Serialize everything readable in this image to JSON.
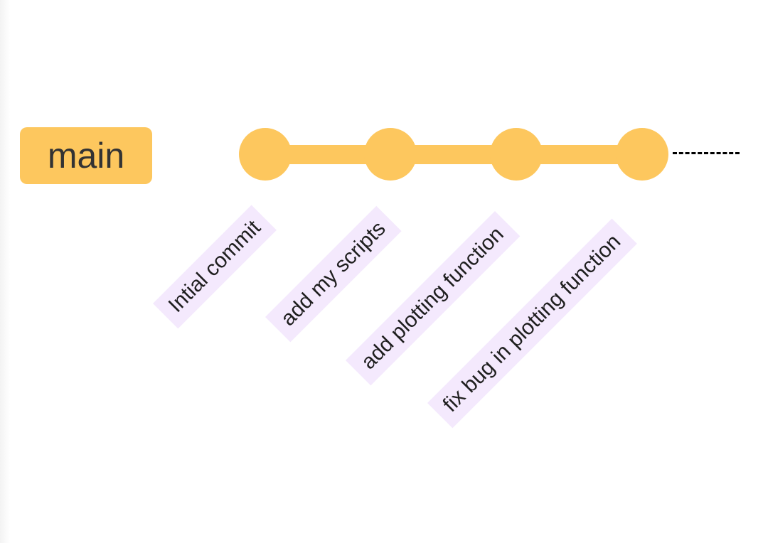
{
  "colors": {
    "branch": "#fdc75e",
    "label_bg": "#f4e9fd",
    "text": "#333333",
    "continuation": "#000000"
  },
  "branch": {
    "name": "main"
  },
  "commits": [
    {
      "message": "Intial commit"
    },
    {
      "message": "add my scripts"
    },
    {
      "message": "add plotting function"
    },
    {
      "message": "fix bug in plotting function"
    }
  ]
}
